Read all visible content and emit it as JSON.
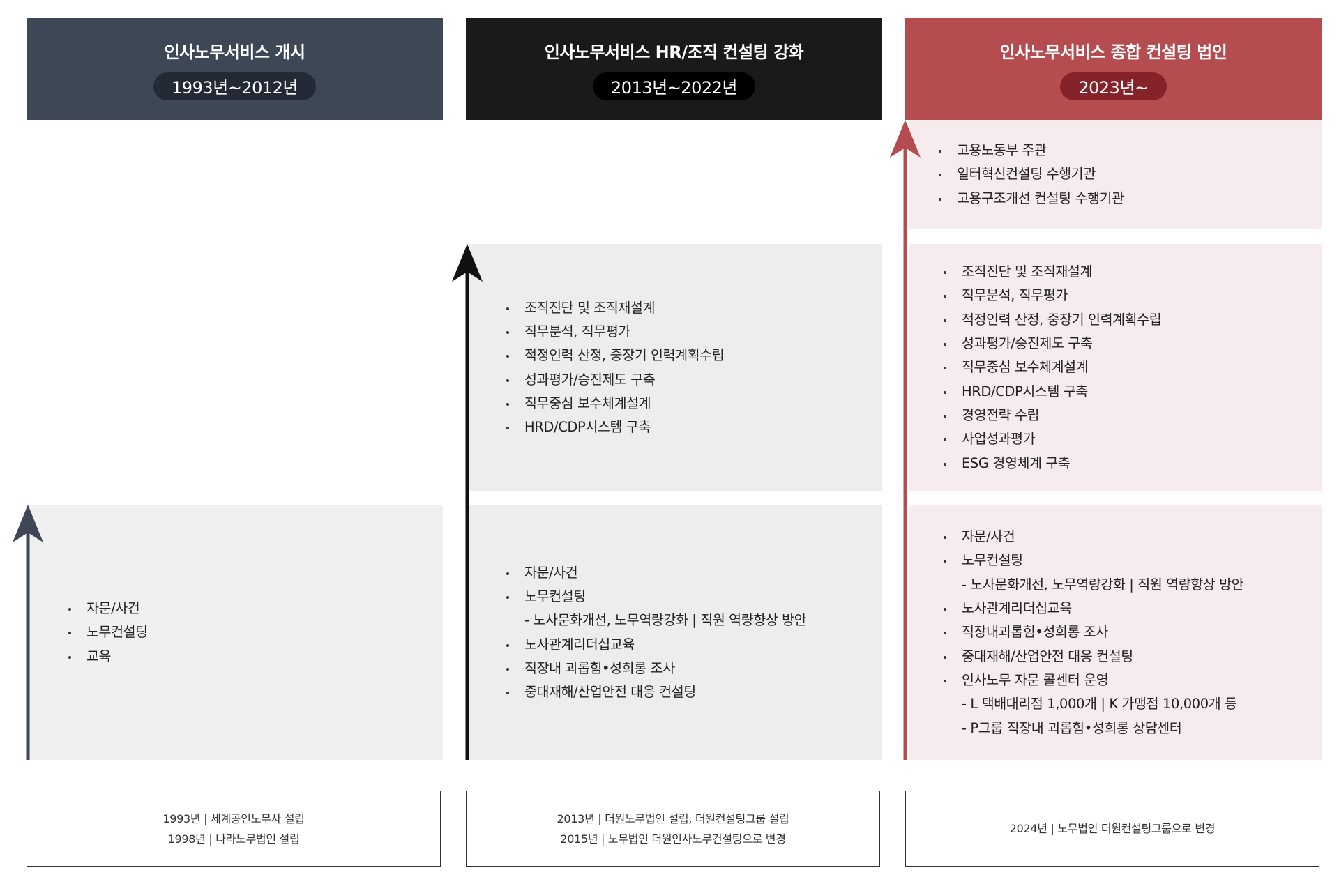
{
  "columns": [
    {
      "title": "인사노무서비스 개시",
      "period": "1993년~2012년",
      "groups": [
        [
          {
            "text": "자문/사건"
          },
          {
            "text": "노무컨설팅"
          },
          {
            "text": "교육"
          }
        ]
      ],
      "footer": [
        "1993년 | 세계공인노무사 설립",
        "1998년 | 나라노무법인 설립"
      ]
    },
    {
      "title": "인사노무서비스 HR/조직 컨설팅 강화",
      "period": "2013년~2022년",
      "groups": [
        [
          {
            "text": "조직진단 및 조직재설계"
          },
          {
            "text": "직무분석, 직무평가"
          },
          {
            "text": "적정인력 산정, 중장기 인력계획수립"
          },
          {
            "text": "성과평가/승진제도 구축"
          },
          {
            "text": "직무중심 보수체계설계"
          },
          {
            "text": "HRD/CDP시스템 구축"
          }
        ],
        [
          {
            "text": "자문/사건"
          },
          {
            "text": "노무컨설팅"
          },
          {
            "text": "- 노사문화개선, 노무역량강화 | 직원 역량향상 방안",
            "sub": true
          },
          {
            "text": "노사관계리더십교육"
          },
          {
            "text": "직장내 괴롭힘•성희롱 조사"
          },
          {
            "text": "중대재해/산업안전 대응 컨설팅"
          }
        ]
      ],
      "footer": [
        "2013년 | 더원노무법인 설립, 더원컨설팅그룹 설립",
        "2015년 | 노무법인 더원인사노무컨설팅으로 변경"
      ]
    },
    {
      "title": "인사노무서비스 종합 컨설팅 법인",
      "period": "2023년~",
      "groups": [
        [
          {
            "text": "고용노동부 주관"
          },
          {
            "text": "일터혁신컨설팅 수행기관"
          },
          {
            "text": "고용구조개선 컨설팅 수행기관"
          }
        ],
        [
          {
            "text": "조직진단 및 조직재설계"
          },
          {
            "text": "직무분석, 직무평가"
          },
          {
            "text": "적정인력 산정, 중장기 인력계획수립"
          },
          {
            "text": "성과평가/승진제도 구축"
          },
          {
            "text": "직무중심 보수체계설계"
          },
          {
            "text": "HRD/CDP시스템 구축"
          },
          {
            "text": "경영전략 수립"
          },
          {
            "text": "사업성과평가"
          },
          {
            "text": "ESG 경영체계 구축"
          }
        ],
        [
          {
            "text": "자문/사건"
          },
          {
            "text": "노무컨설팅"
          },
          {
            "text": "- 노사문화개선, 노무역량강화 | 직원 역량향상 방안",
            "sub": true
          },
          {
            "text": "노사관계리더십교육"
          },
          {
            "text": "직장내괴롭힘•성희롱 조사"
          },
          {
            "text": "중대재해/산업안전 대응 컨설팅"
          },
          {
            "text": "인사노무 자문 콜센터 운영"
          },
          {
            "text": "- L 택배대리점 1,000개 | K 가맹점 10,000개 등",
            "sub": true
          },
          {
            "text": "- P그룹 직장내 괴롭힘•성희롱 상담센터",
            "sub": true
          }
        ]
      ],
      "footer": [
        "2024년 | 노무법인 더원컨설팅그룹으로 변경"
      ]
    }
  ],
  "colors": {
    "col1": "#3d4756",
    "col2": "#1a1a1b",
    "col3": "#b54c4f"
  },
  "icons": [
    "arrow-up-icon"
  ]
}
